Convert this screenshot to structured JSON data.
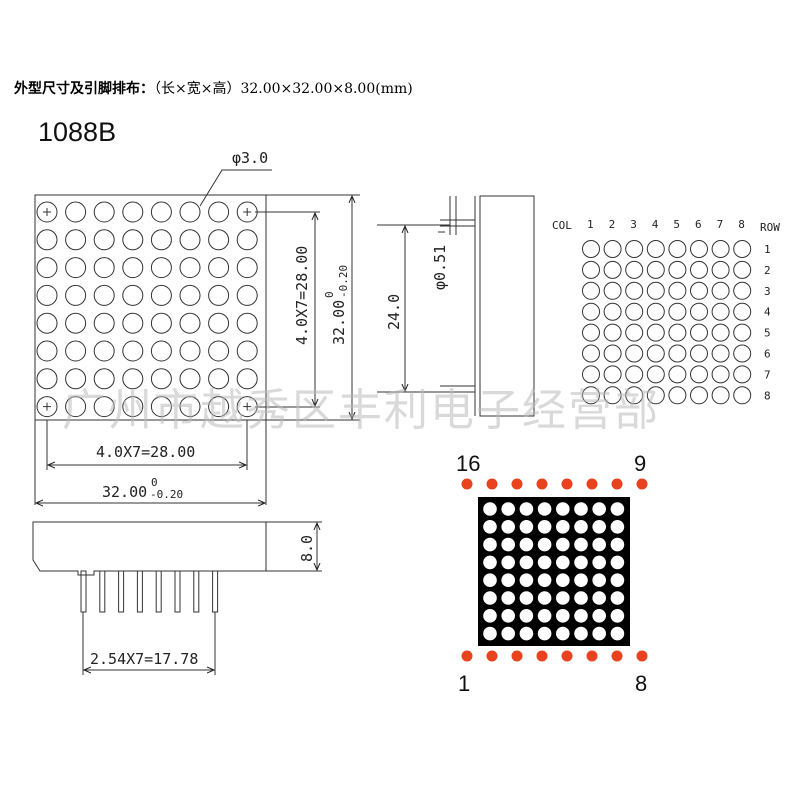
{
  "header": {
    "label": "外型尺寸及引脚排布：",
    "dimensions": "（长×宽×高）32.00×32.00×8.00(mm)"
  },
  "model": "1088B",
  "front_view": {
    "hole_diameter": "φ3.0",
    "pitch_horizontal": "4.0X7=28.00",
    "width": "32.00",
    "width_tolerance_upper": "0",
    "width_tolerance_lower": "-0.20",
    "pitch_vertical": "4.0X7=28.00",
    "height": "32.00",
    "height_tolerance_upper": "0",
    "height_tolerance_lower": "-0.20",
    "rows": 8,
    "cols": 8
  },
  "side_view": {
    "pin_diameter": "φ0.51",
    "pin_span": "24.0"
  },
  "bottom_view": {
    "thickness": "8.0",
    "pin_pitch": "2.54X7=17.78",
    "pin_count": 8
  },
  "schematic": {
    "col_label": "COL",
    "row_label": "ROW",
    "col_numbers": [
      "1",
      "2",
      "3",
      "4",
      "5",
      "6",
      "7",
      "8"
    ],
    "row_numbers": [
      "1",
      "2",
      "3",
      "4",
      "5",
      "6",
      "7",
      "8"
    ]
  },
  "pinout": {
    "top_left": "16",
    "top_right": "9",
    "bottom_left": "1",
    "bottom_right": "8",
    "pin_color": "#e8421e",
    "body_color": "#000000",
    "led_color": "#ffffff",
    "pins_per_row": 8
  },
  "watermark": "广州市越秀区丰利电子经营部"
}
